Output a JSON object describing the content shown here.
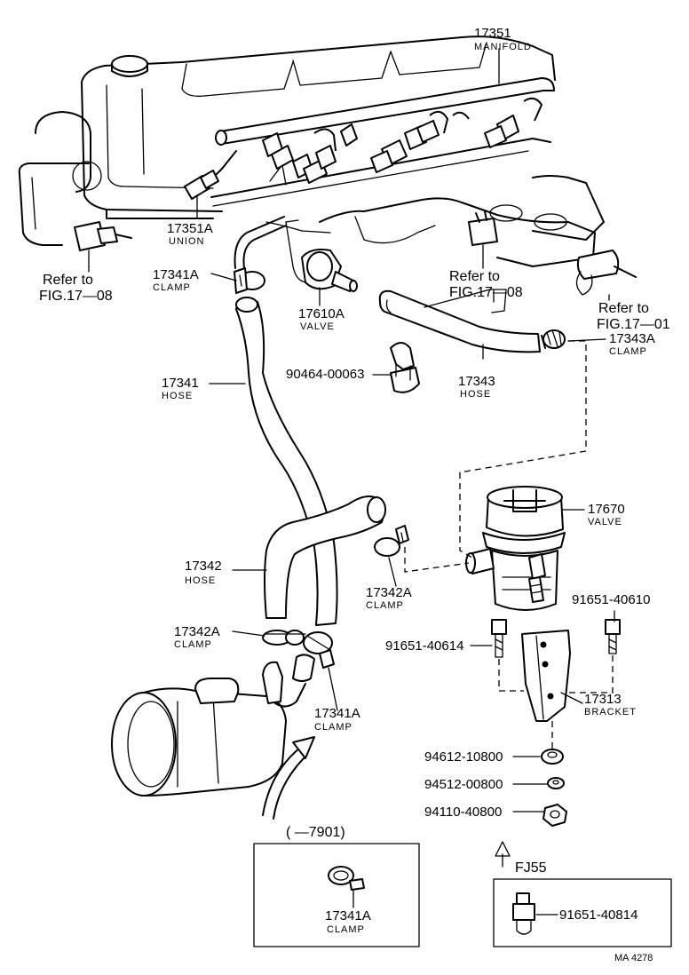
{
  "callouts": {
    "manifold": {
      "num": "17351",
      "sub": "MANIFOLD"
    },
    "union": {
      "num": "17351A",
      "sub": "UNION"
    },
    "clamp_top": {
      "num": "17341A",
      "sub": "CLAMP"
    },
    "valve_17610": {
      "num": "17610A",
      "sub": "VALVE"
    },
    "hose_17343": {
      "num": "17343",
      "sub": "HOSE"
    },
    "clamp_17343a": {
      "num": "17343A",
      "sub": "CLAMP"
    },
    "clip_90464": {
      "num": "90464-00063"
    },
    "hose_17341": {
      "num": "17341",
      "sub": "HOSE"
    },
    "valve_17670": {
      "num": "17670",
      "sub": "VALVE"
    },
    "hose_17342": {
      "num": "17342",
      "sub": "HOSE"
    },
    "clamp_17342a_right": {
      "num": "17342A",
      "sub": "CLAMP"
    },
    "clamp_17342a_left": {
      "num": "17342A",
      "sub": "CLAMP"
    },
    "bolt_40610": {
      "num": "91651-40610"
    },
    "bolt_40614": {
      "num": "91651-40614"
    },
    "clamp_17341a_bottom": {
      "num": "17341A",
      "sub": "CLAMP"
    },
    "bracket_17313": {
      "num": "17313",
      "sub": "BRACKET"
    },
    "nut_94612": {
      "num": "94612-10800"
    },
    "washer_94512": {
      "num": "94512-00800"
    },
    "nut_94110": {
      "num": "94110-40800"
    }
  },
  "refs": {
    "left": {
      "line1": "Refer to",
      "line2": "FIG.17—08"
    },
    "middle": {
      "line1": "Refer to",
      "line2": "FIG.17—08"
    },
    "right": {
      "line1": "Refer to",
      "line2": "FIG.17—01"
    }
  },
  "inset_left": {
    "header": "(        —7901)",
    "num": "17341A",
    "sub": "CLAMP"
  },
  "inset_right": {
    "header": "FJ55",
    "num": "91651-40814"
  },
  "footer_code": "MA 4278"
}
